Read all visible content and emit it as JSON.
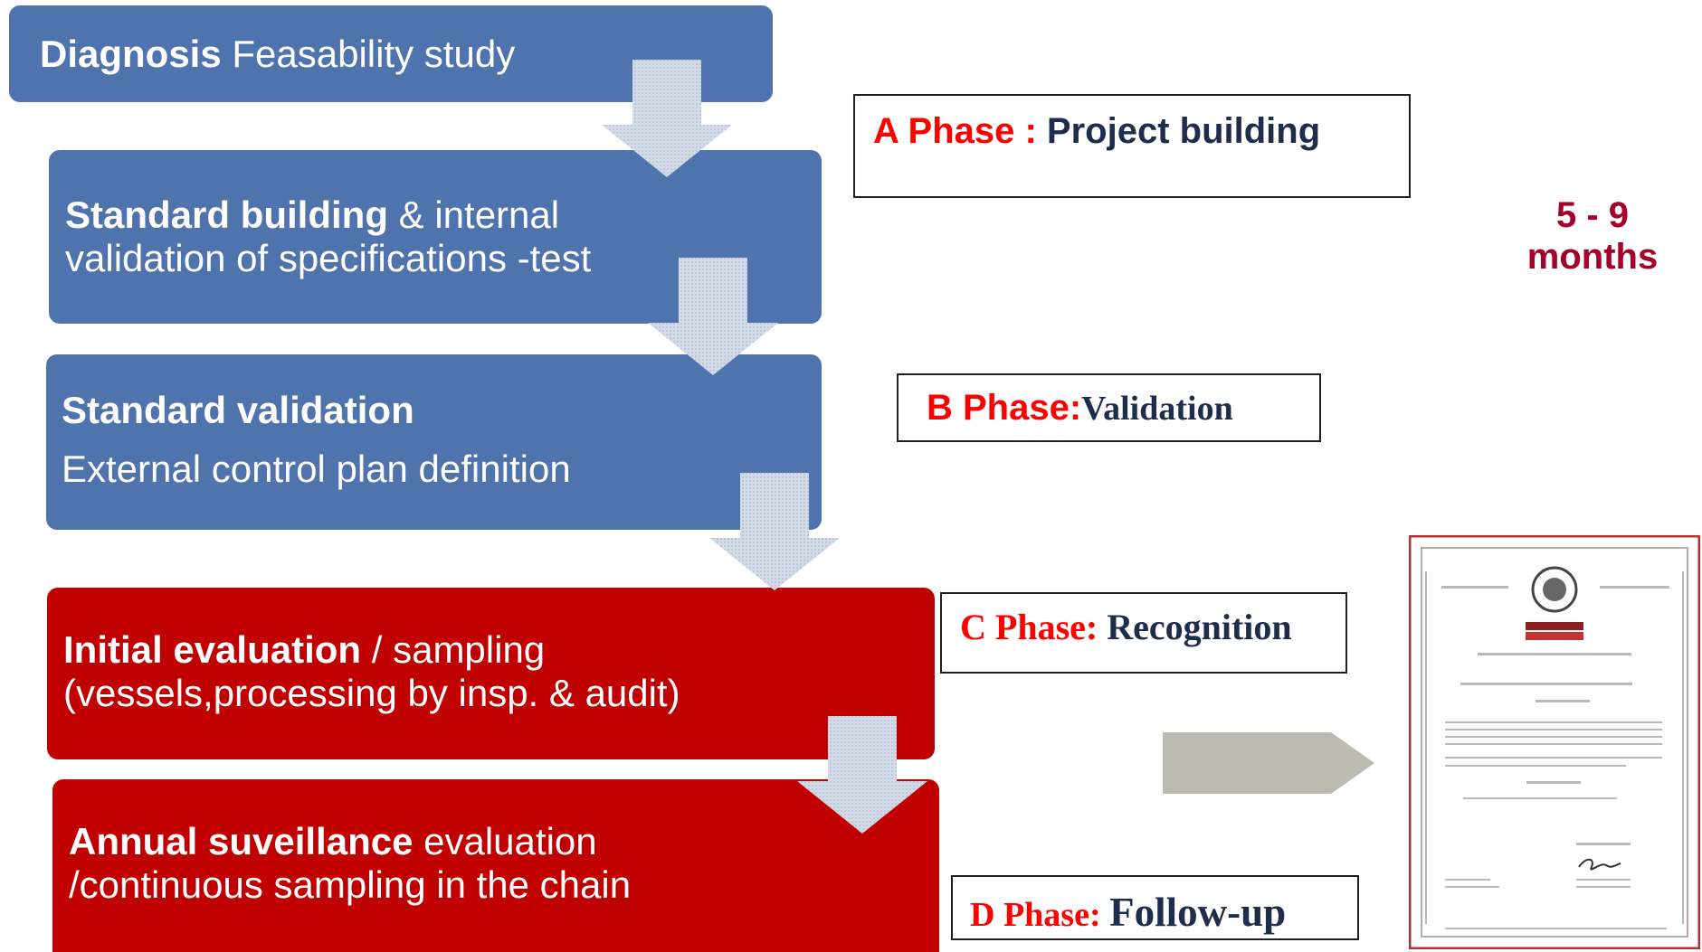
{
  "steps": [
    {
      "bold": "Diagnosis",
      "rest": " Feasability study"
    },
    {
      "bold": "Standard building",
      "rest": " & internal",
      "line2": "validation of specifications -test"
    },
    {
      "bold": "Standard validation",
      "line2": " External control plan definition"
    },
    {
      "bold": "Initial evaluation",
      "rest": " / sampling",
      "line2": "(vessels,processing by insp. & audit)"
    },
    {
      "bold": "Annual suveillance",
      "rest": " evaluation",
      "line2": "/continuous sampling in the chain"
    }
  ],
  "phases": {
    "a": {
      "key": "A Phase : ",
      "value": "Project building"
    },
    "b": {
      "key": "B Phase:",
      "value": "Validation"
    },
    "c": {
      "key": "C Phase: ",
      "value": "Recognition"
    },
    "d": {
      "key": "D Phase: ",
      "value": "Follow-up"
    }
  },
  "duration": {
    "line1": "5 - 9",
    "line2": "months"
  },
  "colors": {
    "blue_step": "#4f73ad",
    "red_step": "#c00000",
    "phase_key": "#ff0000",
    "phase_value": "#1f2d4d",
    "duration": "#a4002a"
  },
  "icons": {
    "down_arrow": "down-arrow-icon",
    "right_arrow": "right-arrow-icon",
    "certificate": "certificate-image"
  }
}
